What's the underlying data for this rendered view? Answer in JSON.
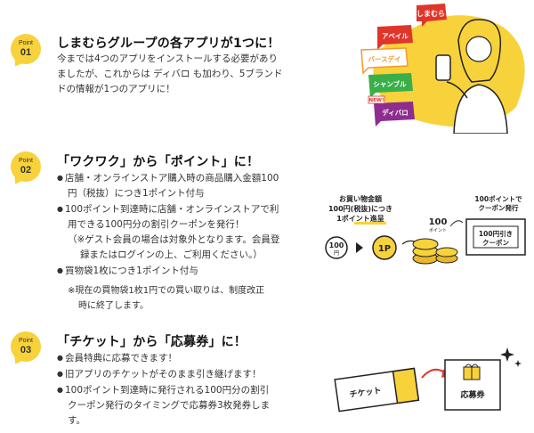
{
  "point1": {
    "badge_label": "Point",
    "badge_number": "01",
    "title": "しまむらグループの各アプリが1つに！",
    "lines": [
      "今までは4つのアプリをインストールする必要があり",
      "ましたが、これからは ディバロ も加わり、5ブランド",
      "ドの情報が1つのアプリに！"
    ],
    "brands": [
      "しまむら",
      "アベイル",
      "バースデイ",
      "シャンブル",
      "ディバロ"
    ],
    "new_label": "NEW!"
  },
  "point2": {
    "badge_label": "Point",
    "badge_number": "02",
    "title": "「ワクワク」から「ポイント」に！",
    "lines": [
      "店舗・オンラインストア購入時の商品購入金額100",
      "円（税抜）につき1ポイント付与",
      "100ポイント到達時に店舗・オンラインストアで利",
      "用できる100円分の割引クーポンを発行！",
      "（※ゲスト会員の場合は対象外となります。会員登",
      "録またはログインの上、ご利用ください。）",
      "買物袋1枚につき1ポイント付与",
      "※現在の買物袋1枚1円での買い取りは、制度改正",
      "時に終了します。"
    ],
    "illus_text": {
      "purchase_line1": "お買い物金額",
      "purchase_line2": "100円(税抜)につき",
      "purchase_line3": "1ポイント進呈",
      "yen_coin": "100",
      "yen_unit": "円",
      "point_coin": "1P",
      "stack_label": "100",
      "stack_sub": "ポイント",
      "coupon_line1": "100ポイントで",
      "coupon_line2": "クーポン発行",
      "coupon_ticket_line1": "100円引き",
      "coupon_ticket_line2": "クーポン"
    }
  },
  "point3": {
    "badge_label": "Point",
    "badge_number": "03",
    "title": "「チケット」から「応募券」に！",
    "lines": [
      "会員特典に応募できます！",
      "旧アプリのチケットがそのまま引き継げます！",
      "100ポイント到達時に発行される100円分の割引",
      "クーポン発行のタイミングで応募券3枚発券しま",
      "す。"
    ],
    "ticket_label": "チケット",
    "entry_label": "応募券"
  },
  "colors": {
    "yellow": "#f8d23a",
    "red": "#e0352b",
    "orange": "#f29a2e",
    "green": "#3aae49",
    "purple": "#8e2d8f"
  }
}
